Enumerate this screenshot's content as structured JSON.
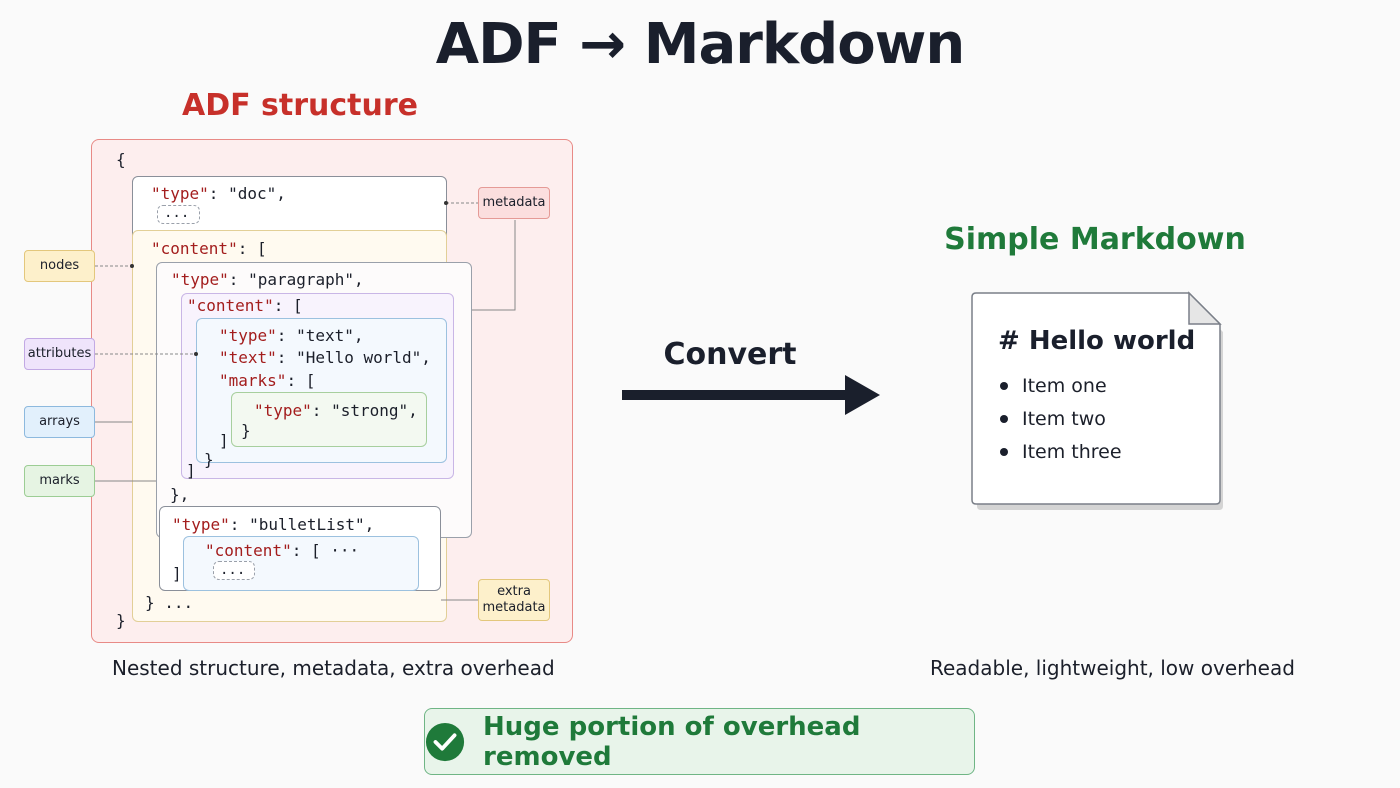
{
  "title": "ADF → Markdown",
  "adf": {
    "heading": "ADF structure",
    "caption": "Nested structure, metadata, extra overhead",
    "code": {
      "open_brace": "{",
      "type_key": "\"type\"",
      "type_doc_rest": ": \"doc\",",
      "ellipsis": "...",
      "content_key": "\"content\"",
      "open_bracket": ": [",
      "paragraph_rest": ": \"paragraph\",",
      "text_rest": ": \"text\",",
      "text_key": "\"text\"",
      "hello_rest": ": \"Hello world\",",
      "marks_key": "\"marks\"",
      "strong_rest": ": \"strong\",",
      "close_brace": "}",
      "close_brace_comma": "},",
      "bulletlist_rest": ": \"bulletList\",",
      "content_open_ellipsis": ": [ ···",
      "close_bracket": "]",
      "close_brace_ellipsis": "} ...",
      "final_brace": "}"
    },
    "tags": {
      "metadata": "metadata",
      "nodes": "nodes",
      "attributes": "attributes",
      "arrays": "arrays",
      "marks": "marks",
      "extra_metadata": "extra metadata"
    }
  },
  "convert": {
    "label": "Convert"
  },
  "markdown": {
    "heading": "Simple Markdown",
    "h1": "# Hello world",
    "items": [
      "Item one",
      "Item two",
      "Item three"
    ],
    "caption": "Readable, lightweight, low overhead"
  },
  "banner": {
    "text": "Huge portion of overhead removed",
    "icon": "check-circle-icon"
  },
  "colors": {
    "adf_red": "#c7302a",
    "markdown_green": "#1f7a3a",
    "json_key": "#a31d1d"
  }
}
